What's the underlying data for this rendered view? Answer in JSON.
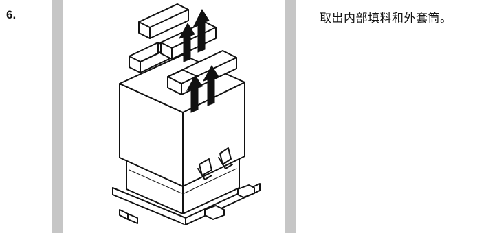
{
  "step": {
    "number": "6.",
    "instruction": "取出内部填料和外套筒。"
  },
  "figure": {
    "icon": "unpacking-illustration",
    "colors": {
      "frame": "#c6c6c6",
      "arrow": "#111111",
      "line": "#111111",
      "fill": "#ffffff"
    }
  }
}
